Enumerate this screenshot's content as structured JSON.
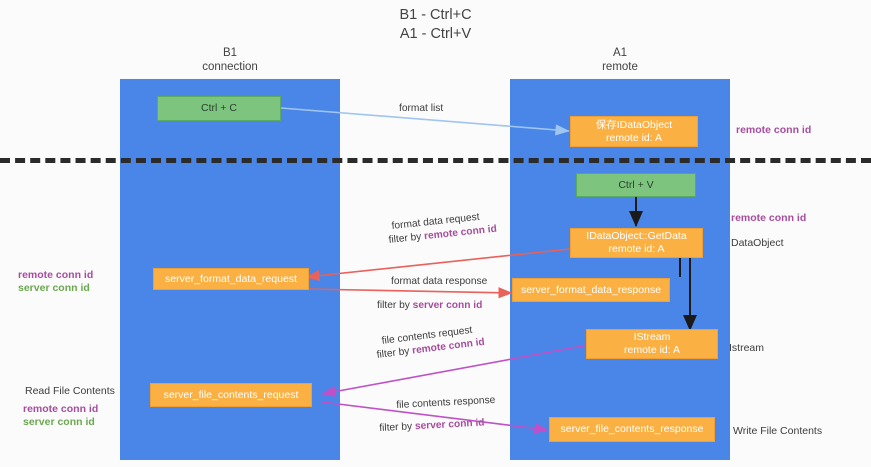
{
  "title": {
    "line1": "B1 - Ctrl+C",
    "line2": "A1 - Ctrl+V"
  },
  "lanes": [
    {
      "name": "B1",
      "role": "connection"
    },
    {
      "name": "A1",
      "role": "remote"
    }
  ],
  "nodes": {
    "ctrl_c": {
      "label": "Ctrl + C",
      "kind": "green"
    },
    "ctrl_v": {
      "label": "Ctrl + V",
      "kind": "green"
    },
    "save_dataobject": {
      "line1": "保存IDataObject",
      "line2": "remote id: A",
      "kind": "orange"
    },
    "getdata": {
      "line1": "IDataObject::GetData",
      "line2": "remote id: A",
      "kind": "orange"
    },
    "istream": {
      "line1": "IStream",
      "line2": "remote id: A",
      "kind": "orange"
    },
    "fmt_req": {
      "label": "server_format_data_request",
      "kind": "orange"
    },
    "fmt_resp": {
      "label": "server_format_data_response",
      "kind": "orange"
    },
    "file_req": {
      "label": "server_file_contents_request",
      "kind": "orange"
    },
    "file_resp": {
      "label": "server_file_contents_response",
      "kind": "orange"
    }
  },
  "edges": {
    "format_list": {
      "label": "format list"
    },
    "fmt_data_request": {
      "label": "format data request",
      "filter_prefix": "filter by ",
      "filter_key": "remote conn id"
    },
    "fmt_data_response": {
      "label": "format data response",
      "filter_prefix": "filter by ",
      "filter_key": "server conn id"
    },
    "file_contents_request": {
      "label": "file contents request",
      "filter_prefix": "filter by ",
      "filter_key": "remote conn id"
    },
    "file_contents_response": {
      "label": "file contents response",
      "filter_prefix": "filter by ",
      "filter_key": "server conn id"
    }
  },
  "annotations": {
    "right_remote_conn_top": "remote conn id",
    "right_remote_conn_mid": "remote conn id",
    "right_dataobject": "DataObject",
    "right_istream": "Istream",
    "right_write_file": "Write File Contents",
    "left_remote_conn_1": "remote conn id",
    "left_server_conn_1": "server conn id",
    "left_read_file": "Read File Contents",
    "left_remote_conn_2": "remote conn id",
    "left_server_conn_2": "server conn id"
  },
  "colors": {
    "lane_blue": "#4a86e8",
    "node_green": "#7dc57f",
    "node_orange": "#fbb044",
    "purple": "#a64d9e",
    "green_text": "#6aa84f",
    "arrow_red": "#e8615a",
    "arrow_blue": "#9fc5f0",
    "arrow_magenta": "#c050c8",
    "arrow_black": "#1a1a1a",
    "divider": "#2b2b2b"
  }
}
